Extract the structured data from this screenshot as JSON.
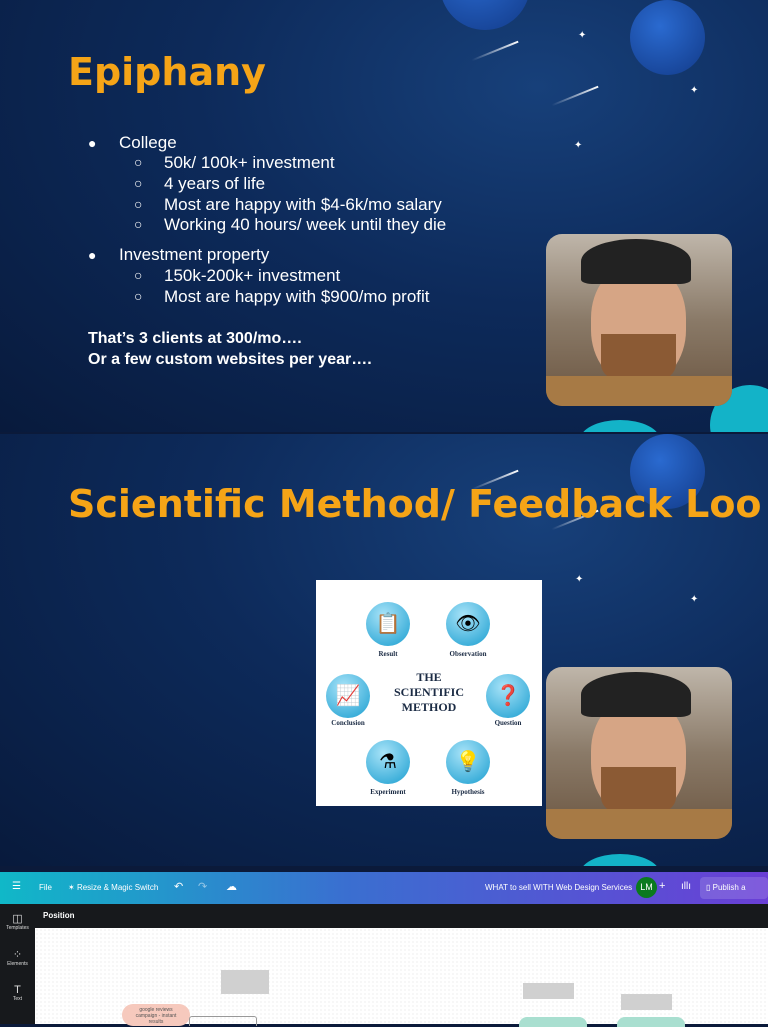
{
  "slide1": {
    "title": "Epiphany",
    "bullets": [
      {
        "label": "College",
        "subs": [
          "50k/ 100k+ investment",
          "4 years of life",
          "Most are happy with $4-6k/mo salary",
          "Working 40 hours/ week until they die"
        ]
      },
      {
        "label": "Investment property",
        "subs": [
          "150k-200k+ investment",
          "Most are happy with $900/mo profit"
        ]
      }
    ],
    "closing": [
      "That’s 3 clients at 300/mo….",
      "Or a few custom websites per year…."
    ]
  },
  "slide2": {
    "title": "Scientific Method/ Feedback Loo",
    "diagram": {
      "center": [
        "THE",
        "SCIENTIFIC",
        "METHOD"
      ],
      "steps": [
        "Result",
        "Observation",
        "Question",
        "Hypothesis",
        "Experiment",
        "Conclusion"
      ]
    }
  },
  "editor": {
    "menu_icon": "hamburger-icon",
    "file": "File",
    "resize": "Resize & Magic Switch",
    "doc_title": "WHAT to sell WITH Web Design Services",
    "avatar": "LM",
    "avatar_color": "#0a7a1e",
    "publish": "Publish a",
    "position": "Position",
    "sidebar": [
      "Templates",
      "Elements",
      "Text"
    ],
    "note": "google reviews campaign - instant results"
  },
  "colors": {
    "accent": "#f5a417",
    "toolbar_start": "#10b8c8",
    "toolbar_end": "#6a3fd6"
  }
}
